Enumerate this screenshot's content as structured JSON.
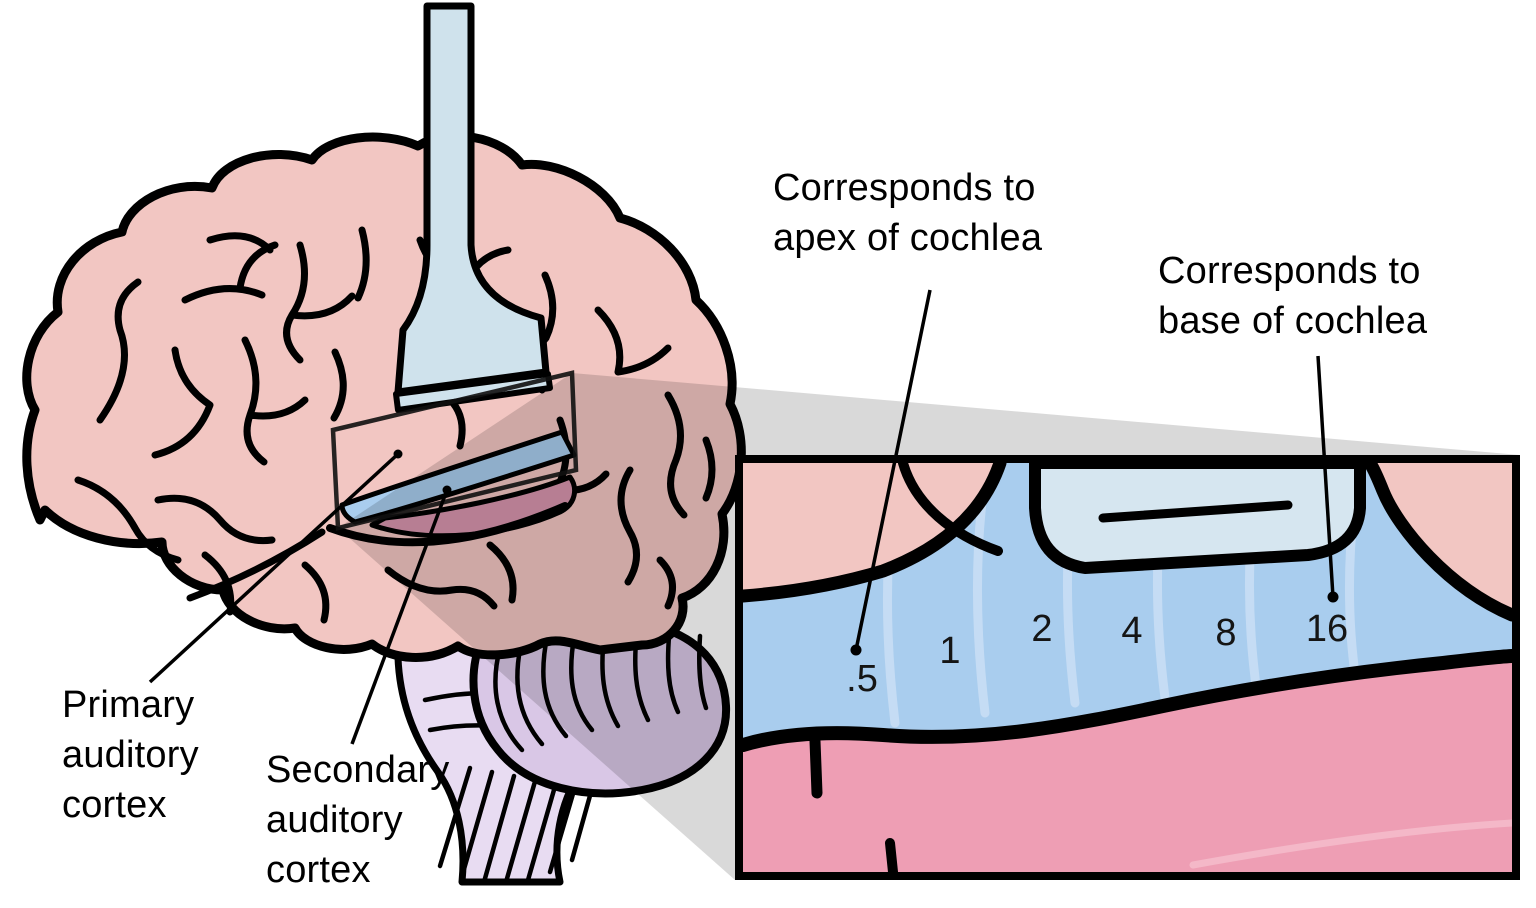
{
  "figure": {
    "type": "anatomical-diagram",
    "subject": "Tonotopic organization of the human auditory cortex",
    "labels": {
      "apex": [
        "Corresponds to",
        "apex of cochlea"
      ],
      "base": [
        "Corresponds to",
        "base of cochlea"
      ],
      "primary": [
        "Primary",
        "auditory",
        "cortex"
      ],
      "secondary": [
        "Secondary",
        "auditory",
        "cortex"
      ]
    },
    "frequencies": [
      ".5",
      "1",
      "2",
      "4",
      "8",
      "16"
    ],
    "colors": {
      "brain_pink": "#f2c6c2",
      "cortex_blue": "#a9cdee",
      "secondary_pink": "#d795ad",
      "inset_lower_pink": "#ee9eb4",
      "cerebellum_purple": "#d9c7e6",
      "brainstem_purple": "#e8dcf2",
      "retractor_blue": "#cfe2ec",
      "separator_blue": "#c5dcf4",
      "outline": "#000000",
      "connector_gray_alpha": "rgba(0,0,0,0.15)"
    }
  }
}
